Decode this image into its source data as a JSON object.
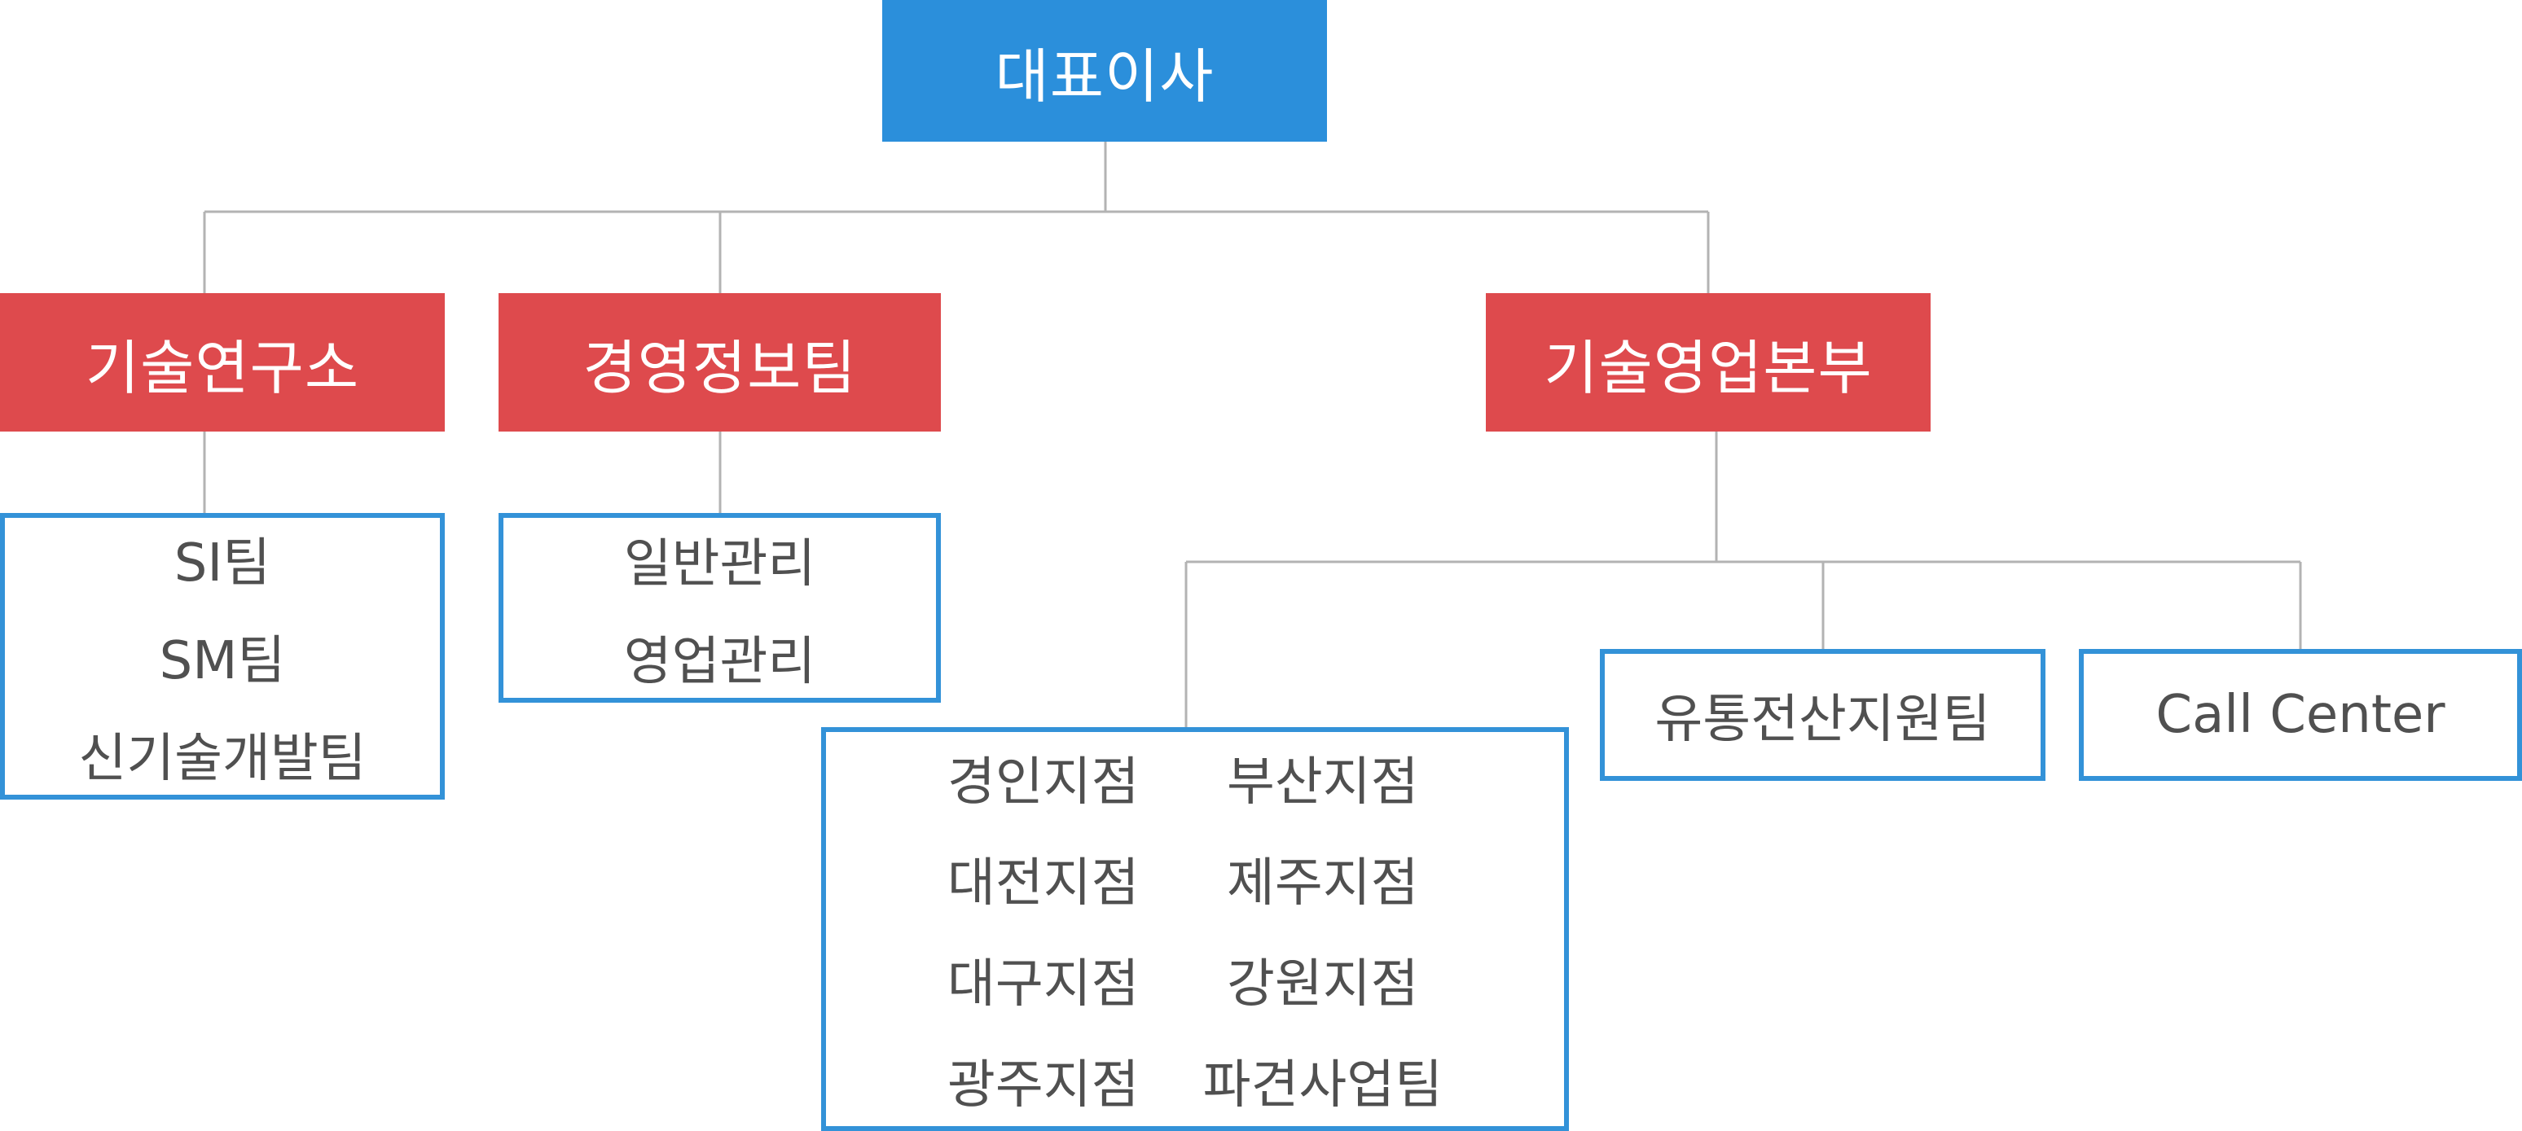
{
  "colors": {
    "top_fill": "#2b8fdb",
    "division_fill": "#de4a4d",
    "unit_border": "#3392d8",
    "connector": "#b3b3b3",
    "unit_text": "#505050"
  },
  "ceo": {
    "label": "대표이사"
  },
  "divisions": {
    "lab": {
      "label": "기술연구소"
    },
    "mis": {
      "label": "경영정보팀"
    },
    "sales": {
      "label": "기술영업본부"
    }
  },
  "units": {
    "lab_teams": [
      "SI팀",
      "SM팀",
      "신기술개발팀"
    ],
    "mis_teams": [
      "일반관리",
      "영업관리"
    ],
    "branches": [
      "경인지점",
      "부산지점",
      "대전지점",
      "제주지점",
      "대구지점",
      "강원지점",
      "광주지점",
      "파견사업팀"
    ],
    "distribution": {
      "label": "유통전산지원팀"
    },
    "callcenter": {
      "label": "Call Center"
    }
  }
}
